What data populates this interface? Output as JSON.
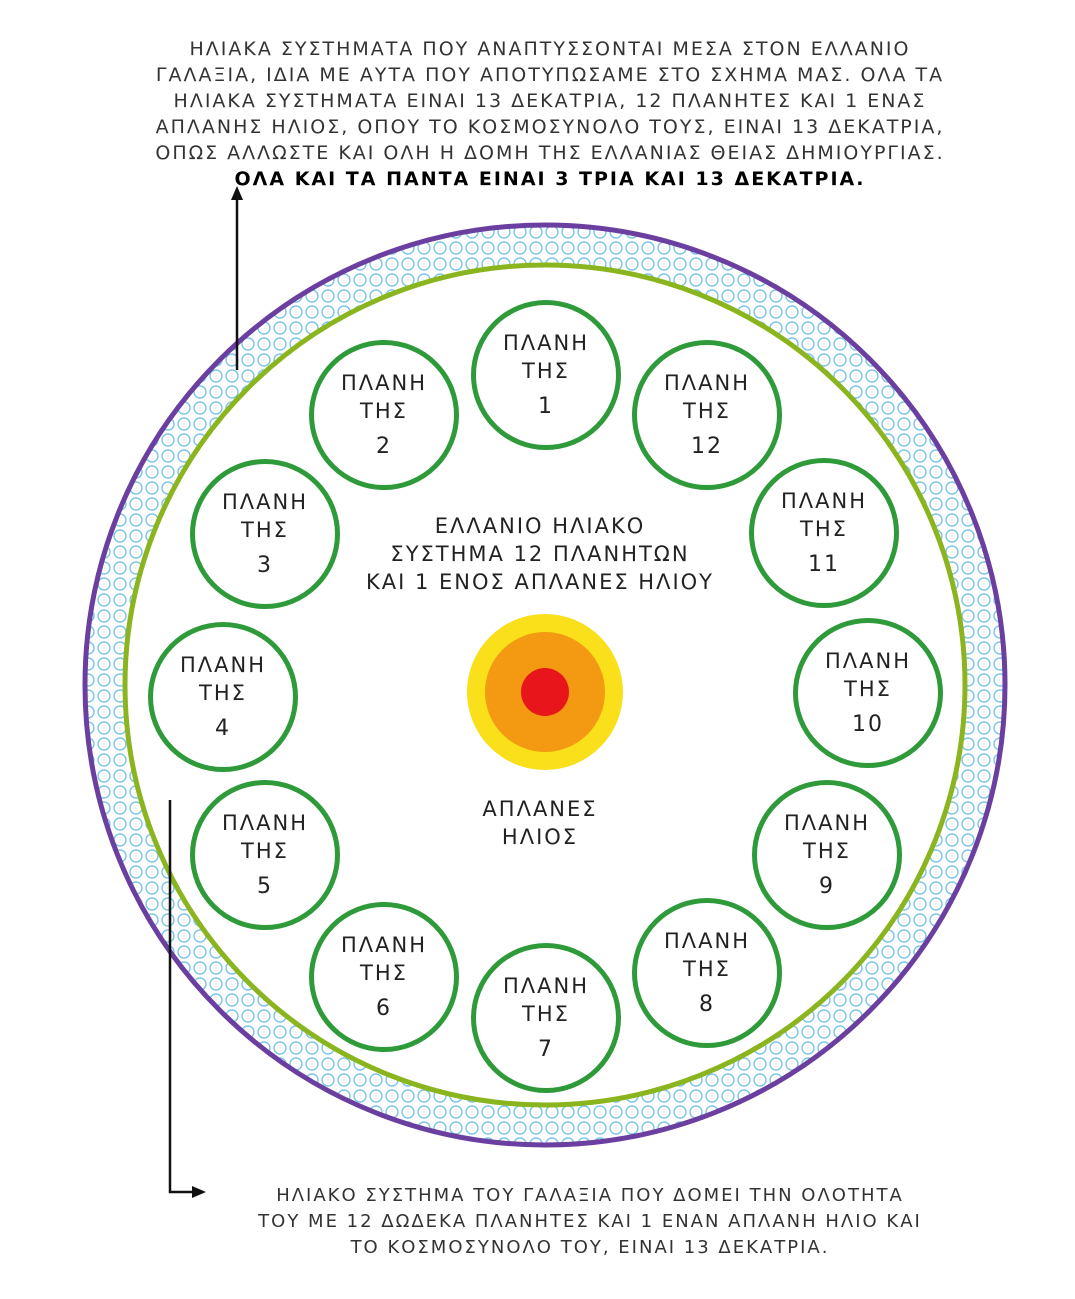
{
  "top_text": {
    "lines": [
      "ΗΛΙΑΚΑ ΣΥΣΤΗΜΑΤΑ ΠΟΥ ΑΝΑΠΤΥΣΣΟΝΤΑΙ ΜΕΣΑ ΣΤΟΝ ΕΛΛΑΝΙΟ",
      "ΓΑΛΑΞΙΑ, ΙΔΙΑ ΜΕ ΑΥΤΑ ΠΟΥ ΑΠΟΤΥΠΩΣΑΜΕ ΣΤΟ ΣΧΗΜΑ ΜΑΣ. ΟΛΑ ΤΑ",
      "ΗΛΙΑΚΑ ΣΥΣΤΗΜΑΤΑ ΕΙΝΑΙ 13 ΔΕΚΑΤΡΙΑ, 12 ΠΛΑΝΗΤΕΣ ΚΑΙ 1 ΕΝΑΣ",
      "ΑΠΛΑΝΗΣ ΗΛΙΟΣ, ΟΠΟΥ ΤΟ ΚΟΣΜΟΣΥΝΟΛΟ ΤΟΥΣ, ΕΙΝΑΙ 13 ΔΕΚΑΤΡΙΑ,",
      "ΟΠΩΣ ΑΛΛΩΣΤΕ ΚΑΙ ΟΛΗ Η ΔΟΜΗ ΤΗΣ ΕΛΛΑΝΙΑΣ ΘΕΙΑΣ ΔΗΜΙΟΥΡΓΙΑΣ."
    ],
    "bold_line": "ΟΛΑ ΚΑΙ ΤΑ ΠΑΝΤΑ ΕΙΝΑΙ 3 ΤΡΙΑ ΚΑΙ 13 ΔΕΚΑΤΡΙΑ."
  },
  "center_label": {
    "lines": [
      "ΕΛΛΑΝΙΟ ΗΛΙΑΚΟ",
      "ΣΥΣΤΗΜΑ 12 ΠΛΑΝΗΤΩΝ",
      "ΚΑΙ 1 ΕΝΟΣ ΑΠΛΑΝΕΣ ΗΛΙΟΥ"
    ]
  },
  "sun_label": {
    "lines": [
      "ΑΠΛΑΝΕΣ",
      "ΗΛΙΟΣ"
    ]
  },
  "planet_label_line1": "ΠΛΑΝΗ",
  "planet_label_line2": "ΤΗΣ",
  "planets": [
    "1",
    "2",
    "3",
    "4",
    "5",
    "6",
    "7",
    "8",
    "9",
    "10",
    "11",
    "12"
  ],
  "bottom_text": {
    "lines": [
      "ΗΛΙΑΚΟ ΣΥΣΤΗΜΑ ΤΟΥ ΓΑΛΑΞΙΑ ΠΟΥ ΔΟΜΕΙ ΤΗΝ ΟΛΟΤΗΤΑ",
      "ΤΟΥ ΜΕ 12 ΔΩΔΕΚΑ ΠΛΑΝΗΤΕΣ ΚΑΙ 1 ΕΝΑΝ ΑΠΛΑΝΗ ΗΛΙΟ ΚΑΙ",
      "ΤΟ ΚΟΣΜΟΣΥΝΟΛΟ ΤΟΥ, ΕΙΝΑΙ 13 ΔΕΚΑΤΡΙΑ."
    ]
  },
  "colors": {
    "outer_ring": "#6b3fa0",
    "inner_ring": "#8ab51e",
    "pattern": "#7cc4e6",
    "planet_border": "#2e9a3a",
    "sun_outer": "#f9e01b",
    "sun_middle": "#f39a12",
    "sun_core": "#e8161b"
  }
}
